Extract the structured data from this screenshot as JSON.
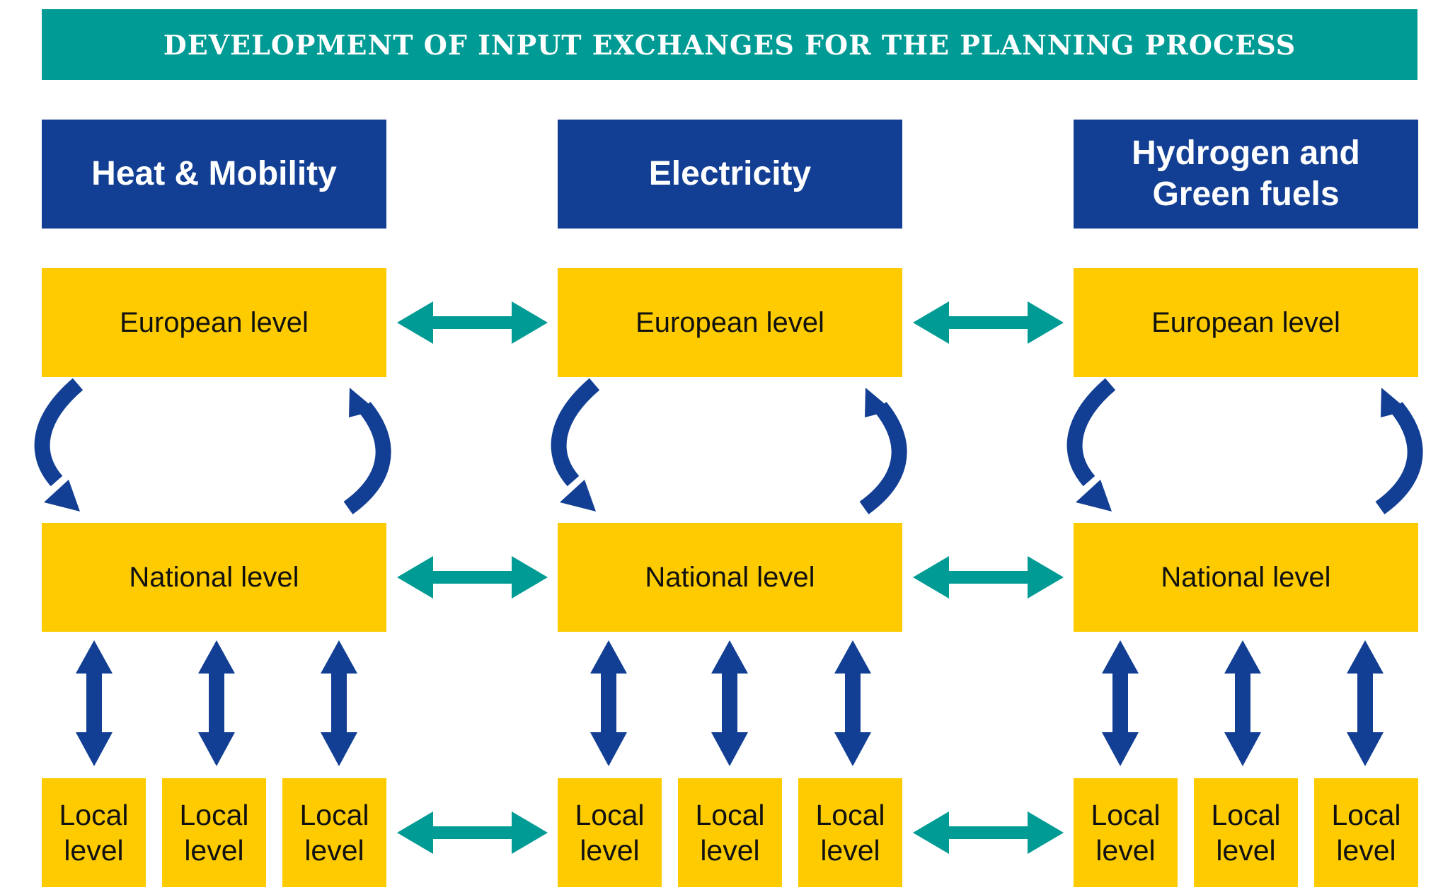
{
  "title": "DEVELOPMENT OF INPUT EXCHANGES FOR THE PLANNING PROCESS",
  "colors": {
    "banner": "#009b94",
    "sector": "#123f94",
    "level_box": "#fdcb00",
    "horizontal_arrow": "#009b94",
    "vertical_arrow": "#123f94"
  },
  "columns": [
    {
      "sector": "Heat & Mobility",
      "european": "European level",
      "national": "National level",
      "locals": [
        "Local\nlevel",
        "Local\nlevel",
        "Local\nlevel"
      ]
    },
    {
      "sector": "Electricity",
      "european": "European level",
      "national": "National level",
      "locals": [
        "Local\nlevel",
        "Local\nlevel",
        "Local\nlevel"
      ]
    },
    {
      "sector": "Hydrogen and\nGreen fuels",
      "european": "European level",
      "national": "National level",
      "locals": [
        "Local\nlevel",
        "Local\nlevel",
        "Local\nlevel"
      ]
    }
  ]
}
